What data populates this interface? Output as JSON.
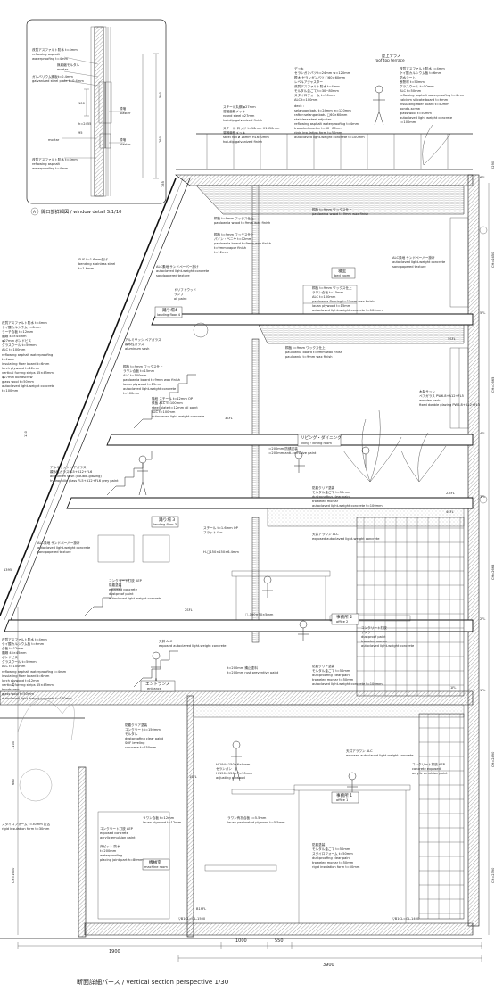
{
  "detail": {
    "title": "開口部詳細図 / window detail S:1/10",
    "marker": "A",
    "notes_top": [
      "改質アスファルト防水 t=4mm",
      "reflowing asphalt",
      "waterproofing t=4mm",
      "無収縮モルタル",
      "mortar",
      "ガルバリウム鋼板t=0.4mm",
      "galvanized steel plate t=0.4mm"
    ],
    "notes_mid": [
      "mortar",
      "漆喰",
      "plaster",
      "漆喰",
      "plaster"
    ],
    "notes_bottom": [
      "改質アスファルト防水 t=4mm",
      "reflowing asphalt",
      "waterproofing t=4mm"
    ],
    "dims": [
      "100",
      "h=2455",
      "95",
      "260",
      "500"
    ]
  },
  "roof_notes": {
    "terrace": [
      "屋上テラス",
      "roof top terrace"
    ],
    "deck": [
      "デッキ",
      "セランガンバツ t=24mm w=120mm",
      "根太 セランガンバツ □60×60mm",
      "レベルアジャスター",
      "改質アスファルト防水 t=4mm",
      "モルタル金ごて t=30~80mm",
      "スタイロフォーム t=50mm",
      "ALC t=100mm",
      "deck :",
      "selangan batu t=24mm w=120mm",
      "rafter:selanganbatu □60×60mm",
      "stainless steel adjuster",
      "reflowing asphalt waterproofing t=4mm",
      "troweled mortar t=30~80mm",
      "rigid insulation form t=50mm",
      "autoclaved light-weight concrete t=100mm"
    ],
    "rail": [
      "スチール丸鋼 φ27mm",
      "溶融亜鉛メッキ",
      "round steel φ27mm",
      "hot-dip galvanized finish"
    ],
    "rail2": [
      "スチール ロッド t=16mm H1650mm",
      "溶融亜鉛メッキ",
      "steel rod ø 16mm H1650mm",
      "hot-dip galvanized finish"
    ],
    "right": [
      "改質アスファルト防水 t=4mm",
      "ケイ酸カルシウム板 t=6mm",
      "防水シート",
      "断熱材 t=50mm",
      "グラスウール t=50mm",
      "ALC t=50mm",
      "reflowing asphalt waterproofing t=4mm",
      "calcium silicate board t=6mm",
      "insulating fiber board t=50mm",
      "bondo-screw",
      "glass wool t=50mm",
      "autoclaved light weight concrete",
      "t=100mm"
    ]
  },
  "left_notes": {
    "window": [
      "SUS t=1.6mm曲げ",
      "bending stainless steel",
      "t=1.6mm"
    ],
    "wall": [
      "改質アスファルト防水 t=4mm",
      "ケイ酸カルシウム t=6mm",
      "ラーチ合板 t=12mm",
      "胴縁 45×45mm",
      "φ27mm ボンドビス",
      "グラスウール t=50mm",
      "ALC t=100mm",
      "reflowing asphalt waterproofing",
      "t=4mm",
      "insulating fiber board t=6mm",
      "larch plywood t=12mm",
      "vertical furring strips 45×45mm",
      "φ27mm bondscrew",
      "glass wool t=50mm",
      "autoclaved light-weight concrete",
      "t=100mm"
    ],
    "sash": [
      "アルミサッシ ペアガラス",
      "親水性ガラスFL5+A12+FL6",
      "aluminum sash (double-glazing)",
      "hydrophilic glass FL5+A12+FL6 grey paint"
    ],
    "alc1": [
      "ALC素地 サンドペーパー掛け",
      "autoclaved light-weight concrete",
      "sandpapered texture"
    ],
    "alc2": [
      "コンクリート打放 AEP",
      "防塵塗装",
      "exposed concrete",
      "dustproof paint",
      "autoclaved light-weight concrete"
    ],
    "lower": [
      "改質アスファルト防水 t=4mm",
      "ケイ酸カルシウム板 t=6mm",
      "合板 t=12mm",
      "胴縁 45×45mm",
      "ボンドビス",
      "グラスウール t=50mm",
      "ALC t=100mm",
      "reflowing asphalt waterproofing t=4mm",
      "insulating fiber board t=6mm",
      "larch plywood t=12mm",
      "vertical furring strips 45×45mm",
      "bondscrew",
      "glass wool t=50mm",
      "autoclaved light-weight concrete t=100mm"
    ],
    "found": [
      "スタイロフォーム t=30mm 打込",
      "rigid insulation form t=30mm"
    ]
  },
  "floors": {
    "f5": {
      "ceiling_l": [
        "桐板 t=9mm ワックス仕上",
        "paulownia wood t=9mm wax finish"
      ],
      "ceiling_l2": [
        "桐板 t=9mm ワックス仕上",
        "パイン・ベニヤ t=12mm",
        "paulownia board t=9mm wax finish",
        "t=9mm vapor finish",
        "t=12mm"
      ],
      "ceiling_r": [
        "桐板 t=9mm ワックス仕上",
        "paulownia wood t=9mm wax finish"
      ],
      "alc_l": [
        "ALC素地 サンドペーパー掛け",
        "autoclaved light-weight concrete",
        "sandpapered texture"
      ],
      "alc_r": [
        "ALC素地 サンドペーパー掛け",
        "autoclaved light-weight concrete",
        "sandpapered texture"
      ],
      "bed_l": [
        "桐板 t=9mm ワックス仕上",
        "ラワン合板 t=15mm",
        "ALC t=100mm",
        "paulownia board t=9mm wax finish",
        "lauan plywood t=15mm",
        "autoclaved light-weight concrete",
        "t=100mm"
      ],
      "bed_r": [
        "桐板 t=9mm ワックス仕上",
        "ラワン合板 t=15mm",
        "ALC t=100mm",
        "paulownia flooring t=15mm wax finish",
        "lauan plywood t=15mm",
        "autoclaved light-weight concrete t=100mm"
      ],
      "landing": [
        "踊り場4",
        "landing floor 4"
      ],
      "bedroom": [
        "寝室",
        "bed room"
      ],
      "pole": [
        "ドリフトウッド",
        "ランプ",
        "oil paint"
      ],
      "sfl": "5SFL"
    },
    "f4": {
      "ceiling": [
        "桐板 t=9mm ワックス仕上",
        "paulownia board t=9mm wax finish",
        "paulownia t=9mm wax finish"
      ],
      "stair": [
        "アルミサッシ ペアガラス",
        "親水性ガラス",
        "aluminum sash"
      ],
      "stair_treads": [
        "階段 スチール t=12mm OP",
        "鉄板 ALC t=100mm",
        "steel plate t=12mm oil paint",
        "ALC t=100mm",
        "autoclaved light-weight concrete"
      ],
      "paint": [
        "t=200mm 防錆塗装",
        "t=200mm anti-corrosive paint"
      ],
      "living": [
        "リビング・ダイニング",
        "living・dining room"
      ],
      "window": [
        "木製サッシ",
        "ペアガラス PW6.8+A12+FL5",
        "wooden sash",
        "fixed double glazing PW6.8+A12+FL5"
      ],
      "floor": [
        "防塵クリア塗装",
        "モルタル金ごて t=50mm",
        "dustproofing clear paint",
        "troweled mortar",
        "autoclaved light-weight concrete t=100mm"
      ],
      "sfl": "3SFL",
      "sfl_r": "4SFL"
    },
    "f3": {
      "landing": [
        "踊り場 3",
        "landing floor 3"
      ],
      "steel": [
        "スチール t=1.6mm OP",
        "フラットバー",
        "H-□150×150×6.4mm"
      ],
      "alc": [
        "天井アラワン ALC",
        "exposed autoclaved light-weight concrete"
      ],
      "desk": [
        "コンクリート打放",
        "デスク",
        "dustproof paint",
        "troweled mortar",
        "autoclaved light-weight concrete"
      ],
      "office": [
        "事務所 2",
        "office 2"
      ],
      "floor": [
        "防塵クリア塗装",
        "モルタル金ごて t=50mm",
        "dustproofing clear paint",
        "troweled mortar t=50mm",
        "autoclaved light-weight concrete t=100mm"
      ],
      "beam": [
        "□-100×50×5mm"
      ],
      "paint": [
        "t=200mm 錆止塗料",
        "t=200mm rust preventive paint"
      ],
      "sfl": "2SFL",
      "sfl_r": "2.5FL"
    },
    "f2": {
      "entrance": [
        "エントランス",
        "entrance"
      ],
      "alc": [
        "天井 ALC",
        "exposed autoclaved light-weight concrete"
      ],
      "floor": [
        "防塵クリア塗装",
        "コンクリートt=150mm",
        "モルタル",
        "dustproofing clear paint",
        "SOF leveling",
        "concrete t=150mm"
      ],
      "panel": [
        "H-194×150×6×9mm",
        "セランガン",
        "H-150×150×7×10mm",
        "adjusting plywood"
      ],
      "perforated": [
        "ラワン有孔合板 t=5.5mm",
        "lauan perforated plywood t=5.5mm"
      ],
      "office": [
        "事務所 1",
        "office 1"
      ],
      "alc_r": [
        "天井アラワン ALC",
        "exposed autoclaved light-weight concrete"
      ],
      "floor_r": [
        "防塵塗装",
        "モルタル金ごて t=50mm",
        "スタイロフォーム t=50mm",
        "dustproofing clear paint",
        "troweled mortar t=50mm",
        "rigid insulation form t=50mm"
      ],
      "wall_r": [
        "コンクリート打放 AEP",
        "concrete exposed",
        "acrylic emulsion paint"
      ],
      "sfl": "1SFL",
      "sfl_r": "1FL"
    },
    "b1": {
      "machine": [
        "機械室",
        "machine room"
      ],
      "wall": [
        "ラワン合板 t=12mm",
        "lauan plywood t=12mm"
      ],
      "concrete": [
        "コンクリート打放 AEP",
        "exposed concrete",
        "acrylic emulsion paint"
      ],
      "lower": [
        "床ピット 防水",
        "t=200mm",
        "waterproofing",
        "placing joint part h=80mm"
      ],
      "sfl": "B1SFL",
      "b1cl": "▽B1CL=GL-1500",
      "b1cl_r": "▽B1CL=GL-1400"
    }
  },
  "dims_right": [
    "2290",
    "6FL",
    "CH=2450",
    "5FL",
    "CH=2665",
    "4FL",
    "3FL",
    "CH=2665",
    "2FL",
    "1FL",
    "CH=2490",
    "CH=2390"
  ],
  "dims_left": [
    "185",
    "130",
    "1395",
    "130",
    "1100",
    "680",
    "CH=1600"
  ],
  "dims_bottom": [
    "1900",
    "1000",
    "550",
    "3900"
  ],
  "caption": "断面詳細パース / vertical section perspective 1/30"
}
